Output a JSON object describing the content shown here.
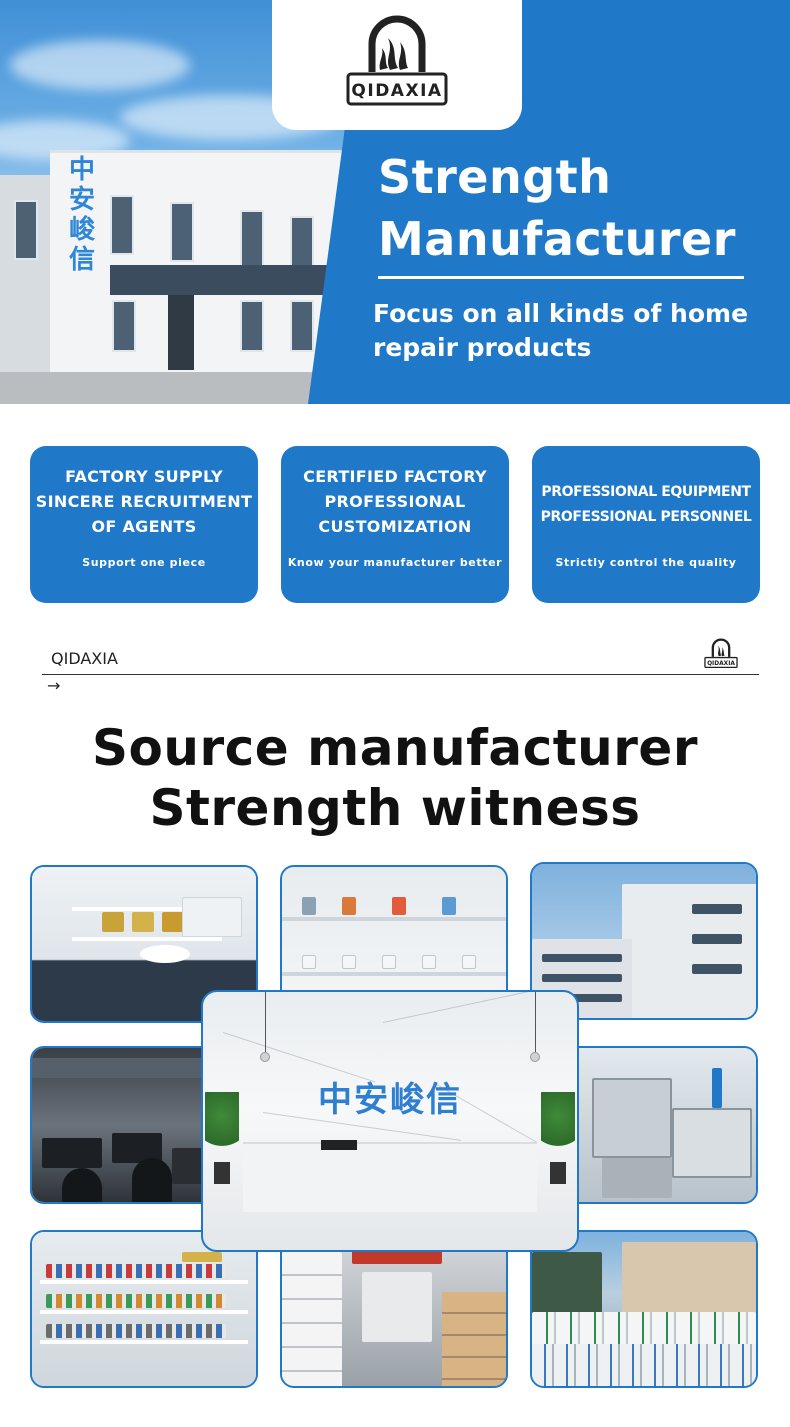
{
  "brand": {
    "logo_text": "QIDAXIA",
    "name": "QIDAXIA",
    "building_sign": "中安峻信",
    "reception_sign": "中安峻信"
  },
  "hero": {
    "title_line1": "Strength",
    "title_line2": "Manufacturer",
    "subtitle_line1": "Focus on all kinds of home",
    "subtitle_line2": "repair products"
  },
  "features": [
    {
      "title_lines": [
        "FACTORY SUPPLY",
        "SINCERE RECRUITMENT",
        "OF AGENTS"
      ],
      "subtitle": "Support one piece"
    },
    {
      "title_lines": [
        "CERTIFIED FACTORY",
        "PROFESSIONAL",
        "CUSTOMIZATION"
      ],
      "subtitle": "Know your manufacturer better"
    },
    {
      "title_lines": [
        "PROFESSIONAL EQUIPMENT",
        "PROFESSIONAL PERSONNEL"
      ],
      "subtitle": "Strictly control the quality"
    }
  ],
  "section": {
    "title_line1": "Source manufacturer",
    "title_line2": "Strength witness"
  },
  "colors": {
    "brand_blue": "#1f78c8",
    "white": "#ffffff",
    "text_dark": "#111111"
  },
  "icons": {
    "arrow": "→"
  }
}
